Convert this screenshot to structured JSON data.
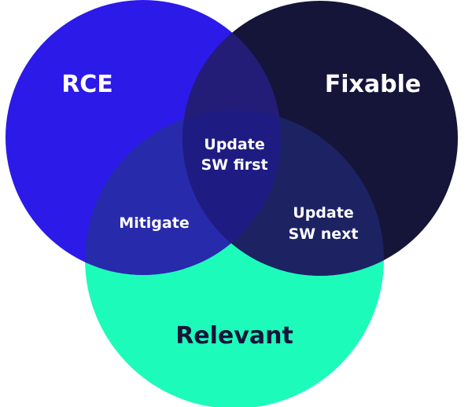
{
  "diagram": {
    "type": "venn",
    "sets": [
      {
        "id": "rce",
        "label": "RCE",
        "color": "#2b1ae8",
        "label_color": "#ffffff"
      },
      {
        "id": "fixable",
        "label": "Fixable",
        "color": "#15153a",
        "label_color": "#ffffff"
      },
      {
        "id": "relevant",
        "label": "Relevant",
        "color": "#1dfbbb",
        "label_color": "#15153a"
      }
    ],
    "regions": [
      {
        "id": "all-three",
        "lines": [
          "Update",
          "SW first"
        ]
      },
      {
        "id": "rce-relevant",
        "lines": [
          "Mitigate"
        ]
      },
      {
        "id": "fixable-relevant",
        "lines": [
          "Update",
          "SW next"
        ]
      }
    ]
  }
}
